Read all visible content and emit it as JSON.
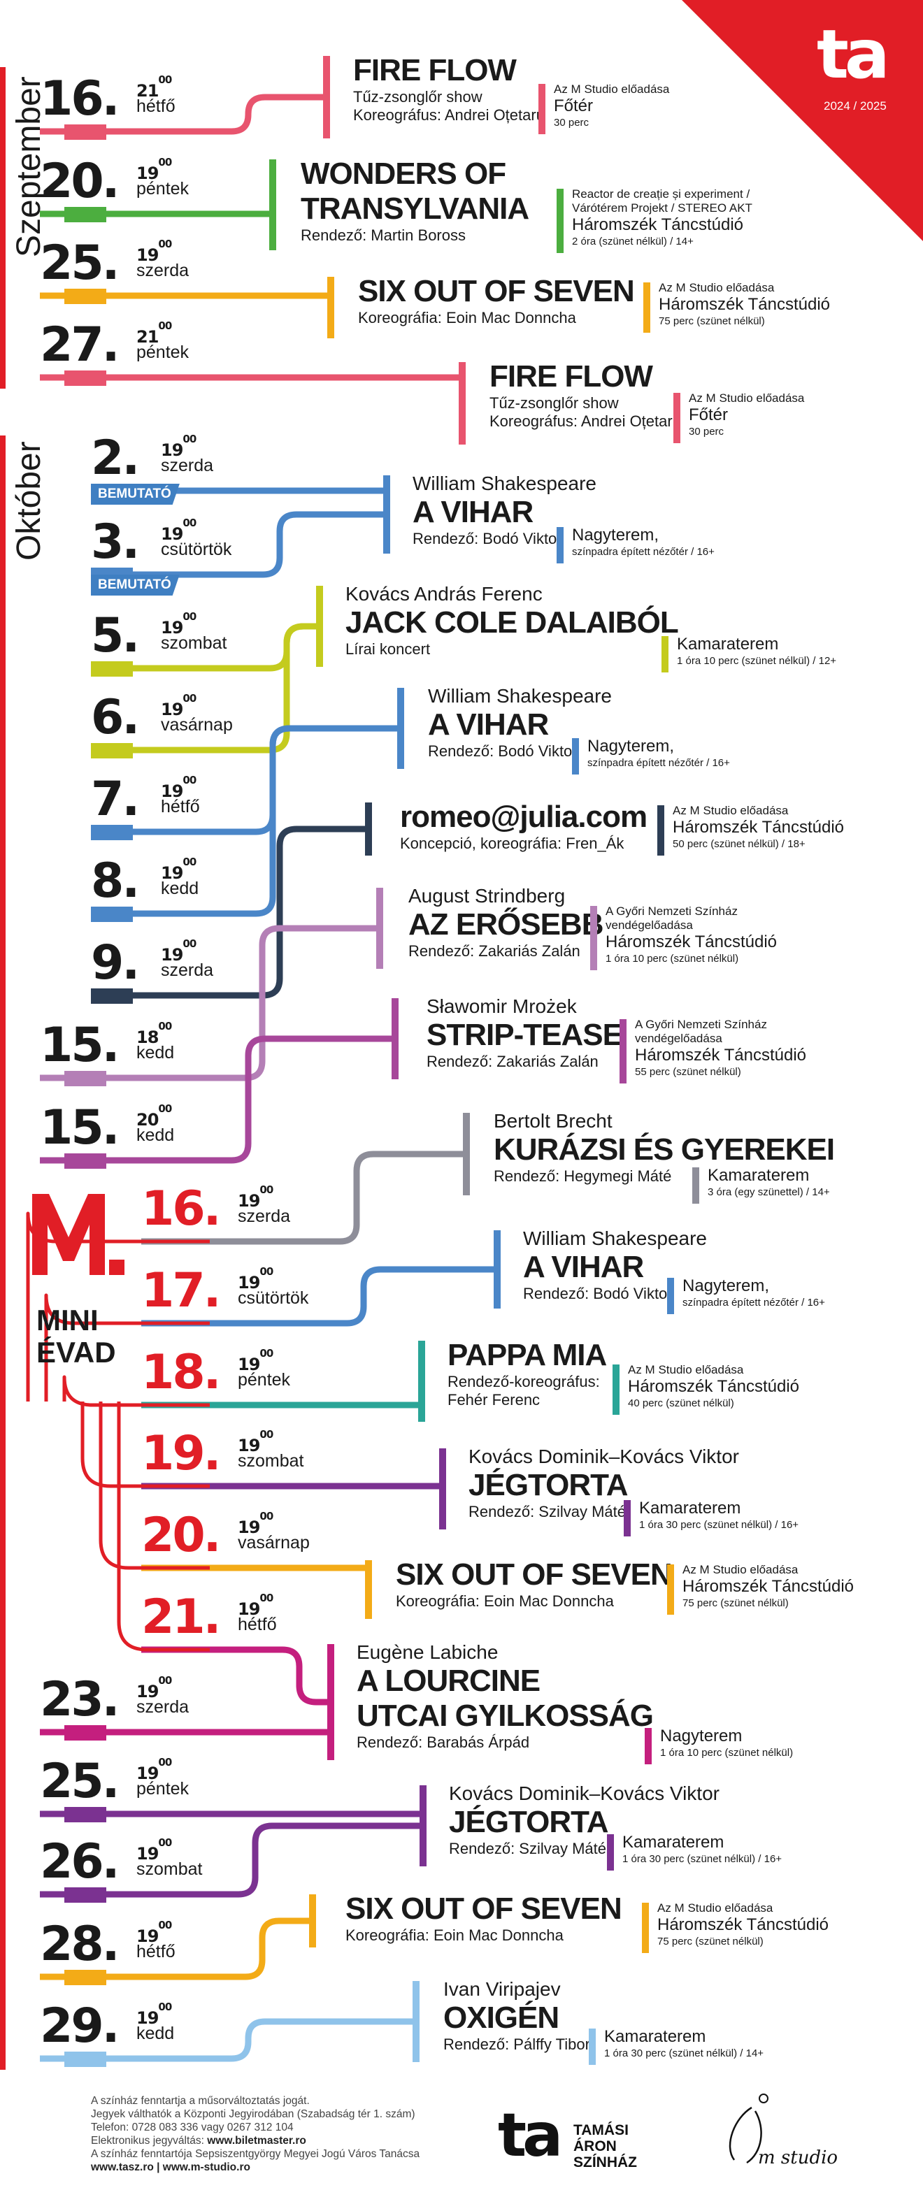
{
  "brand": {
    "logo": "ta",
    "season": "2024 / 2025",
    "accent": "#e11e26"
  },
  "months": {
    "sep": "Szeptember",
    "oct": "Október"
  },
  "mini_evad": {
    "logo": "M.",
    "line1": "MINI",
    "line2": "ÉVAD"
  },
  "dates": [
    {
      "day": "16.",
      "h": "21",
      "m": "00",
      "dow": "hétfő"
    },
    {
      "day": "20.",
      "h": "19",
      "m": "00",
      "dow": "péntek"
    },
    {
      "day": "25.",
      "h": "19",
      "m": "00",
      "dow": "szerda"
    },
    {
      "day": "27.",
      "h": "21",
      "m": "00",
      "dow": "péntek"
    },
    {
      "day": "2.",
      "h": "19",
      "m": "00",
      "dow": "szerda"
    },
    {
      "day": "3.",
      "h": "19",
      "m": "00",
      "dow": "csütörtök"
    },
    {
      "day": "5.",
      "h": "19",
      "m": "00",
      "dow": "szombat"
    },
    {
      "day": "6.",
      "h": "19",
      "m": "00",
      "dow": "vasárnap"
    },
    {
      "day": "7.",
      "h": "19",
      "m": "00",
      "dow": "hétfő"
    },
    {
      "day": "8.",
      "h": "19",
      "m": "00",
      "dow": "kedd"
    },
    {
      "day": "9.",
      "h": "19",
      "m": "00",
      "dow": "szerda"
    },
    {
      "day": "15.",
      "h": "18",
      "m": "00",
      "dow": "kedd"
    },
    {
      "day": "15.",
      "h": "20",
      "m": "00",
      "dow": "kedd"
    },
    {
      "day": "16.",
      "h": "19",
      "m": "00",
      "dow": "szerda"
    },
    {
      "day": "17.",
      "h": "19",
      "m": "00",
      "dow": "csütörtök"
    },
    {
      "day": "18.",
      "h": "19",
      "m": "00",
      "dow": "péntek"
    },
    {
      "day": "19.",
      "h": "19",
      "m": "00",
      "dow": "szombat"
    },
    {
      "day": "20.",
      "h": "19",
      "m": "00",
      "dow": "vasárnap"
    },
    {
      "day": "21.",
      "h": "19",
      "m": "00",
      "dow": "hétfő"
    },
    {
      "day": "23.",
      "h": "19",
      "m": "00",
      "dow": "szerda"
    },
    {
      "day": "25.",
      "h": "19",
      "m": "00",
      "dow": "péntek"
    },
    {
      "day": "26.",
      "h": "19",
      "m": "00",
      "dow": "szombat"
    },
    {
      "day": "28.",
      "h": "19",
      "m": "00",
      "dow": "hétfő"
    },
    {
      "day": "29.",
      "h": "19",
      "m": "00",
      "dow": "kedd"
    }
  ],
  "badges": [
    "BEMUTATÓ",
    "BEMUTATÓ"
  ],
  "shows": [
    {
      "pre": "",
      "title": [
        "FIRE FLOW"
      ],
      "sub": [
        "Tűz-zsonglőr show",
        "Koreográfus: Andrei Oțetaru"
      ],
      "v_small": [
        "Az M Studio előadása"
      ],
      "v_main": "Főtér",
      "v_note": "30 perc"
    },
    {
      "pre": "",
      "title": [
        "WONDERS OF",
        "TRANSYLVANIA"
      ],
      "sub": [
        "Rendező: Martin Boross"
      ],
      "v_small": [
        "Reactor de creație și experiment /",
        "Várótérem Projekt / STEREO AKT"
      ],
      "v_main": "Háromszék Táncstúdió",
      "v_note": "2 óra (szünet nélkül) / 14+"
    },
    {
      "pre": "",
      "title": [
        "SIX OUT OF SEVEN"
      ],
      "sub": [
        "Koreográfia: Eoin Mac Donncha"
      ],
      "v_small": [
        "Az M Studio előadása"
      ],
      "v_main": "Háromszék Táncstúdió",
      "v_note": "75 perc (szünet nélkül)"
    },
    {
      "pre": "",
      "title": [
        "FIRE FLOW"
      ],
      "sub": [
        "Tűz-zsonglőr show",
        "Koreográfus: Andrei Oțetaru"
      ],
      "v_small": [
        "Az M Studio előadása"
      ],
      "v_main": "Főtér",
      "v_note": "30 perc"
    },
    {
      "pre": "William Shakespeare",
      "title": [
        "A VIHAR"
      ],
      "sub": [
        "Rendező: Bodó Viktor"
      ],
      "v_small": [],
      "v_main": "Nagyterem,",
      "v_note": "színpadra épített nézőtér / 16+"
    },
    {
      "pre": "Kovács András Ferenc",
      "title": [
        "JACK COLE DALAIBÓL"
      ],
      "sub": [
        "Lírai koncert"
      ],
      "v_small": [],
      "v_main": "Kamaraterem",
      "v_note": "1 óra 10 perc (szünet nélkül) / 12+"
    },
    {
      "pre": "William Shakespeare",
      "title": [
        "A VIHAR"
      ],
      "sub": [
        "Rendező: Bodó Viktor"
      ],
      "v_small": [],
      "v_main": "Nagyterem,",
      "v_note": "színpadra épített nézőtér / 16+"
    },
    {
      "pre": "",
      "title": [
        "romeo@julia.com"
      ],
      "sub": [
        "Koncepció, koreográfia: Fren_Ák"
      ],
      "v_small": [
        "Az M Studio előadása"
      ],
      "v_main": "Háromszék Táncstúdió",
      "v_note": "50 perc (szünet nélkül) / 18+"
    },
    {
      "pre": "August Strindberg",
      "title": [
        "AZ ERŐSEBB"
      ],
      "sub": [
        "Rendező: Zakariás Zalán"
      ],
      "v_small": [
        "A Győri Nemzeti Színház",
        "vendégelőadása"
      ],
      "v_main": "Háromszék Táncstúdió",
      "v_note": "1 óra 10 perc (szünet nélkül)"
    },
    {
      "pre": "Sławomir Mrożek",
      "title": [
        "STRIP-TEASE"
      ],
      "sub": [
        "Rendező: Zakariás Zalán"
      ],
      "v_small": [
        "A Győri Nemzeti Színház",
        "vendégelőadása"
      ],
      "v_main": "Háromszék Táncstúdió",
      "v_note": "55 perc (szünet nélkül)"
    },
    {
      "pre": "Bertolt Brecht",
      "title": [
        "KURÁZSI ÉS GYEREKEI"
      ],
      "sub": [
        "Rendező: Hegymegi Máté"
      ],
      "v_small": [],
      "v_main": "Kamaraterem",
      "v_note": "3 óra (egy szünettel) / 14+"
    },
    {
      "pre": "William Shakespeare",
      "title": [
        "A VIHAR"
      ],
      "sub": [
        "Rendező: Bodó Viktor"
      ],
      "v_small": [],
      "v_main": "Nagyterem,",
      "v_note": "színpadra épített nézőtér / 16+"
    },
    {
      "pre": "",
      "title": [
        "PAPPA MIA"
      ],
      "sub": [
        "Rendező-koreográfus:",
        "Fehér Ferenc"
      ],
      "v_small": [
        "Az M Studio előadása"
      ],
      "v_main": "Háromszék Táncstúdió",
      "v_note": "40 perc (szünet nélkül)"
    },
    {
      "pre": "Kovács Dominik–Kovács Viktor",
      "title": [
        "JÉGTORTA"
      ],
      "sub": [
        "Rendező: Szilvay Máté"
      ],
      "v_small": [],
      "v_main": "Kamaraterem",
      "v_note": "1 óra 30 perc (szünet nélkül) / 16+"
    },
    {
      "pre": "",
      "title": [
        "SIX OUT OF SEVEN"
      ],
      "sub": [
        "Koreográfia: Eoin Mac Donncha"
      ],
      "v_small": [
        "Az M Studio előadása"
      ],
      "v_main": "Háromszék Táncstúdió",
      "v_note": "75 perc (szünet nélkül)"
    },
    {
      "pre": "Eugène Labiche",
      "title": [
        "A LOURCINE",
        "UTCAI GYILKOSSÁG"
      ],
      "sub": [
        "Rendező: Barabás Árpád"
      ],
      "v_small": [],
      "v_main": "Nagyterem",
      "v_note": "1 óra 10 perc (szünet nélkül)"
    },
    {
      "pre": "Kovács Dominik–Kovács Viktor",
      "title": [
        "JÉGTORTA"
      ],
      "sub": [
        "Rendező: Szilvay Máté"
      ],
      "v_small": [],
      "v_main": "Kamaraterem",
      "v_note": "1 óra 30 perc (szünet nélkül) / 16+"
    },
    {
      "pre": "",
      "title": [
        "SIX OUT OF SEVEN"
      ],
      "sub": [
        "Koreográfia: Eoin Mac Donncha"
      ],
      "v_small": [
        "Az M Studio előadása"
      ],
      "v_main": "Háromszék Táncstúdió",
      "v_note": "75 perc (szünet nélkül)"
    },
    {
      "pre": "Ivan Viripajev",
      "title": [
        "OXIGÉN"
      ],
      "sub": [
        "Rendező: Pálffy Tibor"
      ],
      "v_small": [],
      "v_main": "Kamaraterem",
      "v_note": "1 óra 30 perc (szünet nélkül) / 14+"
    }
  ],
  "colors": {
    "fire": "#e8546e",
    "wonders": "#4cae3f",
    "six": "#f3ab17",
    "vihar": "#4a86c8",
    "jack": "#c4cb1e",
    "romeo": "#2d3e55",
    "erosebb": "#b47fb6",
    "strip": "#a7479a",
    "kurazsi": "#8e8e99",
    "pappa": "#2aa597",
    "jegtorta": "#7b3291",
    "lourcine": "#c41f7e",
    "oxigen": "#8fc3ea",
    "red": "#e11e26"
  },
  "footer": {
    "lines": [
      "A színház fenntartja a műsorváltoztatás jogát.",
      "Jegyek válthatók a Központi Jegyirodában (Szabadság tér 1. szám)",
      "Telefon: 0728 083 336 vagy 0267 312 104"
    ],
    "online_label": "Elektronikus jegyváltás: ",
    "online_url": "www.biletmaster.ro",
    "sponsor": "A színház fenntartója Sepsiszentgyörgy Megyei Jogú Város Tanácsa",
    "links": "www.tasz.ro  |  www.m-studio.ro",
    "theatre_logo": "ta",
    "theatre_name": [
      "TAMÁSI",
      "ÁRON",
      "SZÍNHÁZ"
    ],
    "studio_logo": "m studio"
  }
}
